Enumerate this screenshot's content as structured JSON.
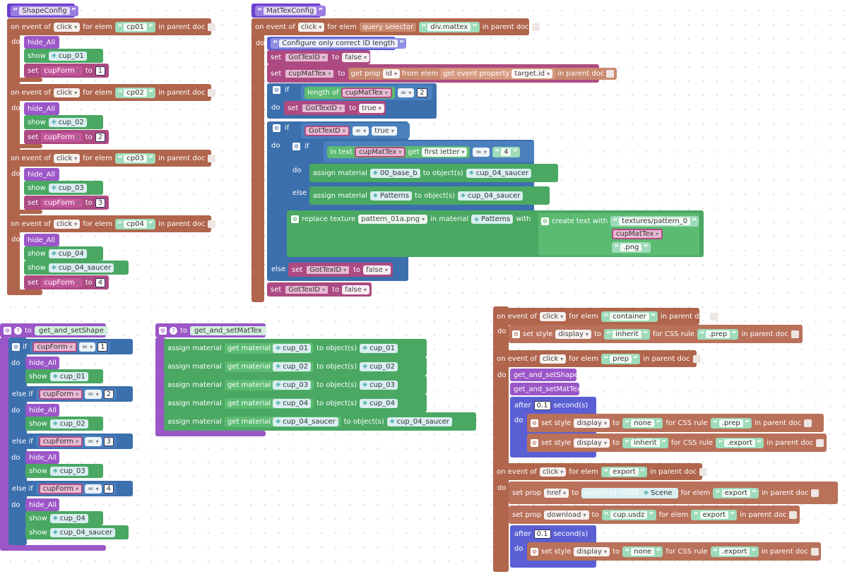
{
  "kw": {
    "on_event_of": "on event of",
    "for_elem": "for elem",
    "in_parent_doc": "in parent doc",
    "do": "do",
    "show": "show",
    "set": "set",
    "to": "to",
    "if": "if",
    "else": "else",
    "else_if": "else if",
    "query_selector": "query selector",
    "get_prop": "get prop",
    "from_elem": "from elem",
    "get_event_property": "get event property",
    "length_of": "length of",
    "in_text": "in text",
    "get": "get",
    "assign_material": "assign material",
    "to_objects": "to object(s)",
    "replace_texture": "replace texture",
    "in_material": "in material",
    "with": "with",
    "create_text_with": "create text with",
    "get_material": "get material",
    "set_style": "set style",
    "for_css_rule": "for CSS rule",
    "after": "after",
    "seconds": "second(s)",
    "set_prop": "set prop",
    "export_to_usdz": "export to USDZ",
    "eq": "="
  },
  "shapeconfig": {
    "title": "ShapeConfig",
    "events": [
      {
        "event": "click",
        "elem": "cp01",
        "shows": [
          "cup_01"
        ],
        "form": "1"
      },
      {
        "event": "click",
        "elem": "cp02",
        "shows": [
          "cup_02"
        ],
        "form": "2"
      },
      {
        "event": "click",
        "elem": "cp03",
        "shows": [
          "cup_03"
        ],
        "form": "3"
      },
      {
        "event": "click",
        "elem": "cp04",
        "shows": [
          "cup_04",
          "cup_04_saucer"
        ],
        "form": "4"
      }
    ],
    "hide": "hide_All",
    "var": "cupForm"
  },
  "mattexconfig": {
    "title": "MatTexConfig",
    "event": "click",
    "selector": "div.mattex",
    "comment": "Configure only correct ID length",
    "var_got": "GotTexID",
    "var_mat": "cupMatTex",
    "false": "false",
    "true": "true",
    "prop": "id",
    "event_prop": "target.id",
    "len": "2",
    "first_letter": "first letter",
    "letter": "4",
    "mat_b": "00_base_b",
    "saucer": "cup_04_saucer",
    "patterns": "Patterns",
    "pattern_file": "pattern_01a.png",
    "tex_path": "textures/pattern_0",
    "png": ".png"
  },
  "get_set_shape": {
    "title": "get_and_setShape",
    "var": "cupForm",
    "hide": "hide_All",
    "branches": [
      {
        "n": "1",
        "shows": [
          "cup_01"
        ]
      },
      {
        "n": "2",
        "shows": [
          "cup_02"
        ]
      },
      {
        "n": "3",
        "shows": [
          "cup_03"
        ]
      },
      {
        "n": "4",
        "shows": [
          "cup_04",
          "cup_04_saucer"
        ]
      }
    ]
  },
  "get_set_mattex": {
    "title": "get_and_setMatTex",
    "items": [
      "cup_01",
      "cup_02",
      "cup_03",
      "cup_04",
      "cup_04_saucer"
    ]
  },
  "right": {
    "ev1": {
      "event": "click",
      "elem": "container",
      "style": "display",
      "value": "inherit",
      "rule": ".prep"
    },
    "ev2": {
      "event": "click",
      "elem": "prep",
      "calls": [
        "get_and_setShape",
        "get_and_setMatTex"
      ],
      "delay": "0.1",
      "s1": {
        "style": "display",
        "value": "none",
        "rule": ".prep"
      },
      "s2": {
        "style": "display",
        "value": "inherit",
        "rule": ".export"
      }
    },
    "ev3": {
      "event": "click",
      "elem": "export",
      "prop1": "href",
      "scene": "Scene",
      "prop2": "download",
      "file": "cup.usdz",
      "delay": "0.1",
      "s1": {
        "style": "display",
        "value": "none",
        "rule": ".export"
      }
    }
  }
}
